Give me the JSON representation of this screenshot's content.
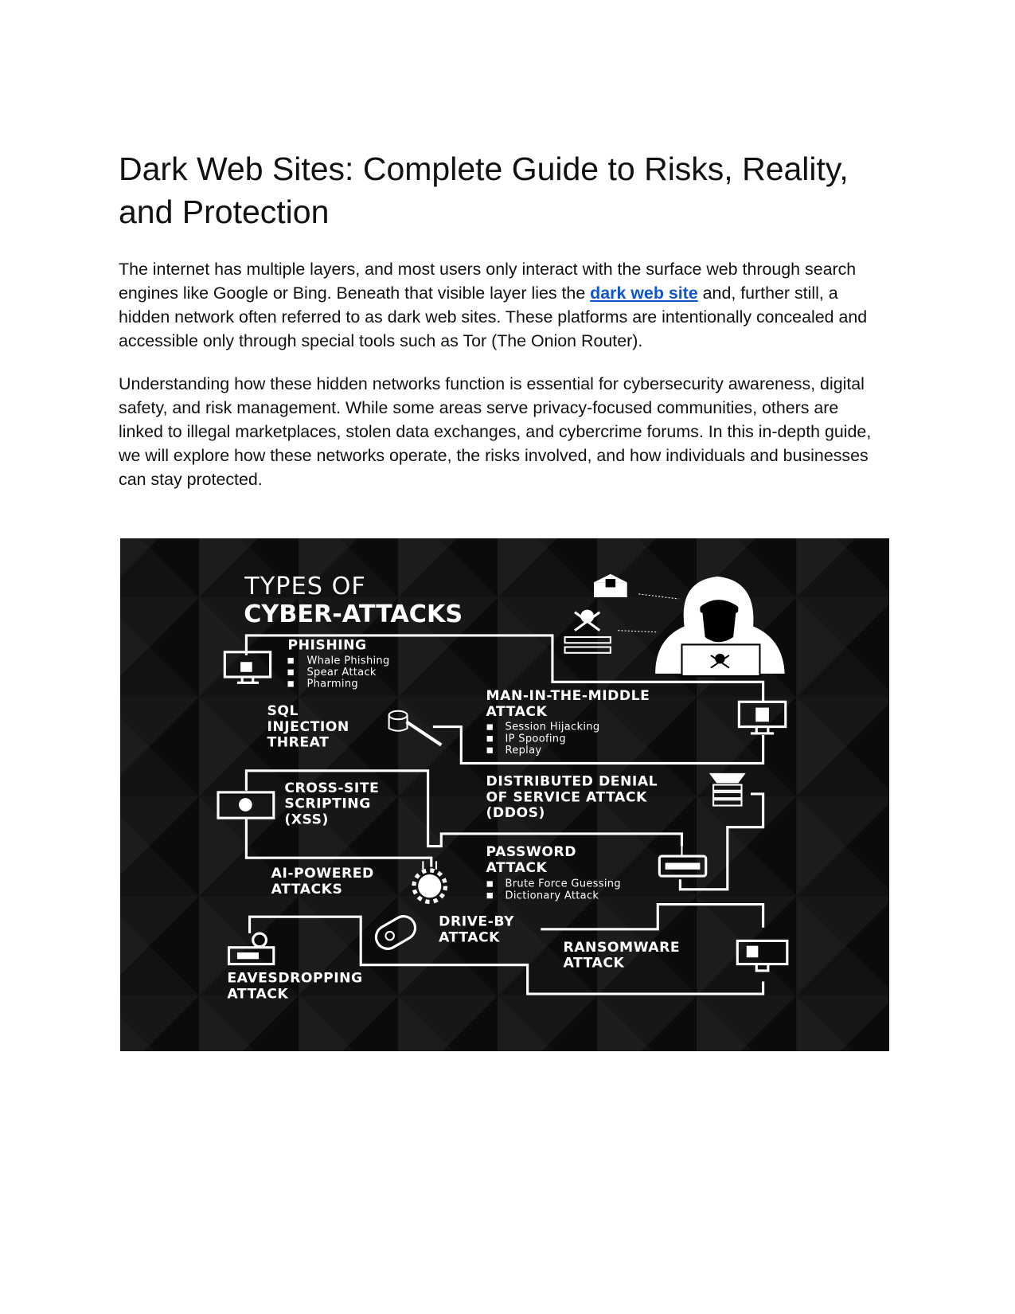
{
  "article": {
    "title": "Dark Web Sites: Complete Guide to Risks, Reality, and Protection",
    "p1_before": "The internet has multiple layers, and most users only interact with the surface web through search engines like Google or Bing. Beneath that visible layer lies the ",
    "p1_link": "dark web site",
    "p1_after": " and, further still, a hidden network often referred to as dark web sites. These platforms are intentionally concealed and accessible only through special tools such as Tor (The Onion Router).",
    "p2": "Understanding how these hidden networks function is essential for cybersecurity awareness, digital safety, and risk management. While some areas serve privacy-focused communities, others are linked to illegal marketplaces, stolen data exchanges, and cybercrime forums. In this in-depth guide, we will explore how these networks operate, the risks involved, and how individuals and businesses can stay protected."
  },
  "infographic": {
    "title_line1": "TYPES OF",
    "title_line2": "CYBER-ATTACKS",
    "phishing": {
      "title": "PHISHING",
      "items": [
        "Whale Phishing",
        "Spear Attack",
        "Pharming"
      ]
    },
    "sql": {
      "lines": [
        "SQL",
        "INJECTION",
        "THREAT"
      ]
    },
    "mitm": {
      "lines": [
        "MAN-IN-THE-MIDDLE",
        "ATTACK"
      ],
      "items": [
        "Session Hijacking",
        "IP Spoofing",
        "Replay"
      ]
    },
    "xss": {
      "lines": [
        "CROSS-SITE",
        "SCRIPTING",
        "(XSS)"
      ]
    },
    "ddos": {
      "lines": [
        "DISTRIBUTED DENIAL",
        "OF SERVICE ATTACK",
        "(DDOS)"
      ]
    },
    "password": {
      "lines": [
        "PASSWORD",
        "ATTACK"
      ],
      "items": [
        "Brute Force Guessing",
        "Dictionary Attack"
      ]
    },
    "ai": {
      "lines": [
        "AI-POWERED",
        "ATTACKS"
      ]
    },
    "driveby": {
      "lines": [
        "DRIVE-BY",
        "ATTACK"
      ]
    },
    "ransomware": {
      "lines": [
        "RANSOMWARE",
        "ATTACK"
      ]
    },
    "eavesdropping": {
      "lines": [
        "EAVESDROPPING",
        "ATTACK"
      ]
    }
  },
  "colors": {
    "link": "#1155cc",
    "infographic_bg": "#111111"
  }
}
